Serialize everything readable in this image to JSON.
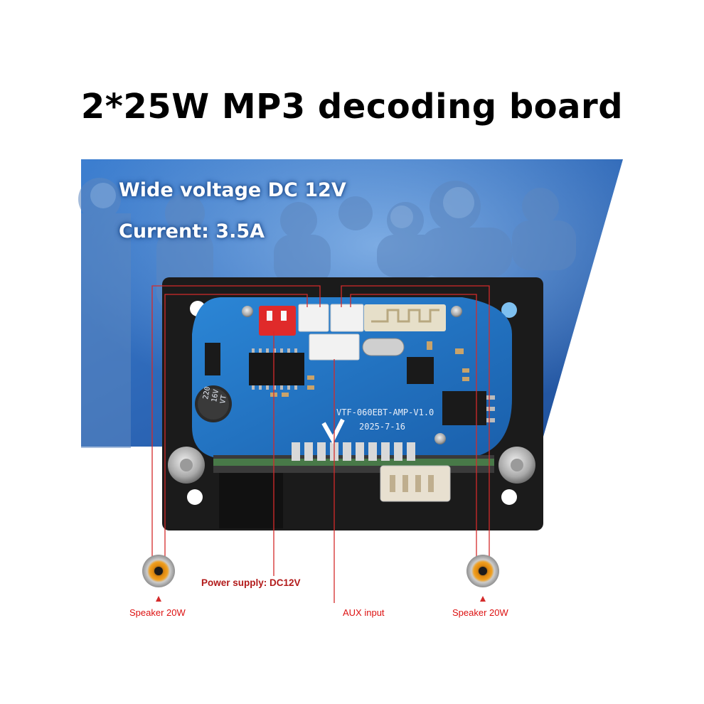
{
  "title": "2*25W MP3 decoding board",
  "specs": {
    "voltage": "Wide voltage DC 12V",
    "current": "Current: 3.5A"
  },
  "board": {
    "model": "VTF-060EBT-AMP-V1.0",
    "date": "2025-7-16",
    "capacitor": [
      "220",
      "16V",
      "VT"
    ]
  },
  "labels": {
    "power": "Power supply: DC12V",
    "aux": "AUX input",
    "speaker_left": "Speaker 20W",
    "speaker_right": "Speaker 20W"
  },
  "colors": {
    "banner": "#2b6cc0",
    "pcb": "#1e6fc2",
    "wire": "#d42b2b",
    "frame": "#1b1b1b"
  }
}
